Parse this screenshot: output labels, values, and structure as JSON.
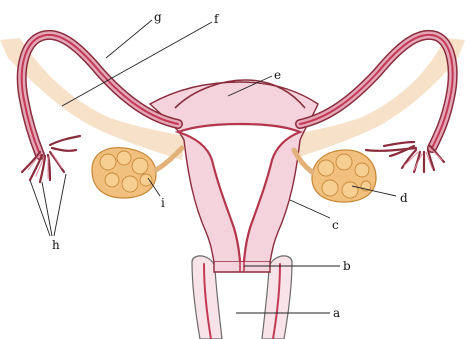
{
  "labels": {
    "a": "a",
    "b": "b",
    "c": "c",
    "d": "d",
    "e": "e",
    "f": "f",
    "g": "g",
    "h": "h",
    "i": "i"
  },
  "colors": {
    "tissue_outline": "#8a2c3c",
    "tissue_fill": "#f4d3dc",
    "lumen_line": "#b3364d",
    "ovary_fill": "#f2c07e",
    "ligament_fill": "#f6dcc0"
  }
}
